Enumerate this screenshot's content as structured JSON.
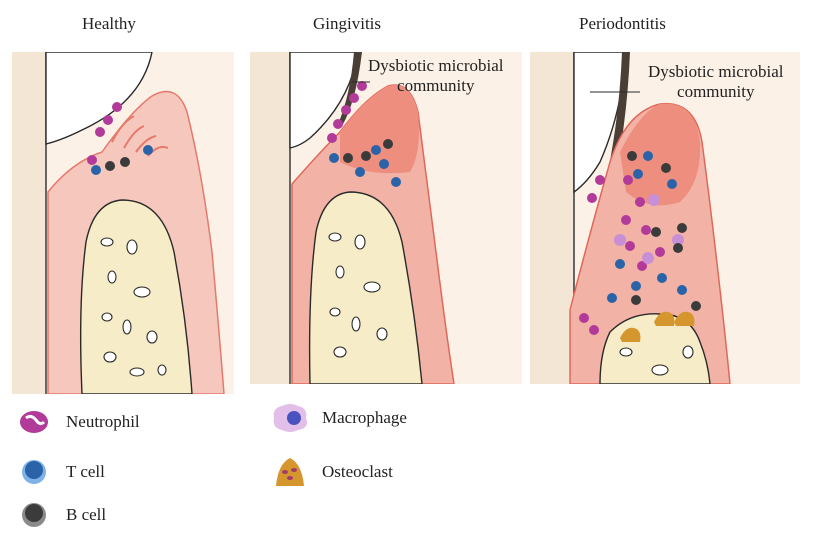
{
  "stages": {
    "healthy": "Healthy",
    "gingivitis": "Gingivitis",
    "periodontitis": "Periodontitis"
  },
  "callouts": {
    "gingivitis": {
      "line1": "Dysbiotic microbial",
      "line2": "community"
    },
    "periodontitis": {
      "line1": "Dysbiotic microbial",
      "line2": "community"
    }
  },
  "legend": {
    "neutrophil": "Neutrophil",
    "t_cell": "T cell",
    "b_cell": "B cell",
    "macrophage": "Macrophage",
    "osteoclast": "Osteoclast"
  },
  "colors": {
    "gum": "#f6c7bc",
    "gum_inflamed": "#ee8e7e",
    "bone": "#f6ecc8",
    "neutrophil": "#b23a98",
    "t_cell": "#2a63a8",
    "b_cell": "#3b3b3b",
    "macrophage": "#c98fd6",
    "osteoclast": "#d6962e"
  }
}
